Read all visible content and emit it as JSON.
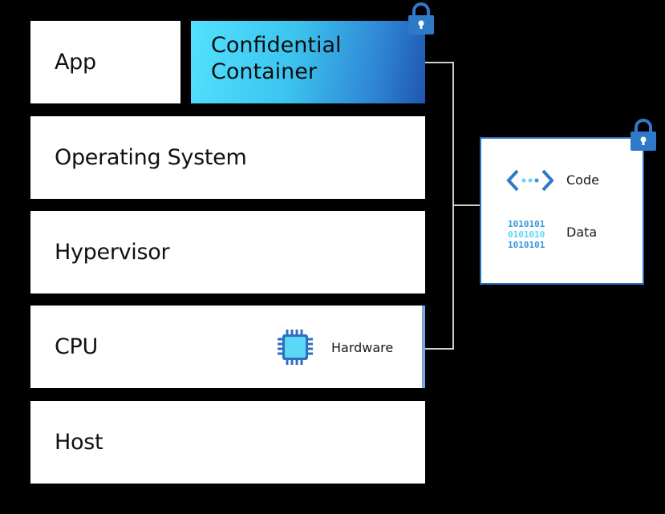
{
  "layers": {
    "app": "App",
    "confidential_container": [
      "Confidential",
      "Container"
    ],
    "operating_system": "Operating System",
    "hypervisor": "Hypervisor",
    "cpu": "CPU",
    "host": "Host"
  },
  "hardware_label": "Hardware",
  "side_panel": {
    "code_label": "Code",
    "data_label": "Data"
  },
  "icons": {
    "container_lock": "lock-icon",
    "panel_lock": "lock-icon",
    "chip": "cpu-chip-icon",
    "code": "code-icon",
    "data": "binary-data-icon"
  },
  "colors": {
    "background": "#000000",
    "layer_fill": "#ffffff",
    "container_gradient_start": "#52e1ff",
    "container_gradient_end": "#1f55b0",
    "lock_blue": "#2f79c9",
    "chip_fill": "#5ad8f5",
    "chip_border": "#2f6fc2",
    "connector_gray": "#cfcfcf"
  }
}
